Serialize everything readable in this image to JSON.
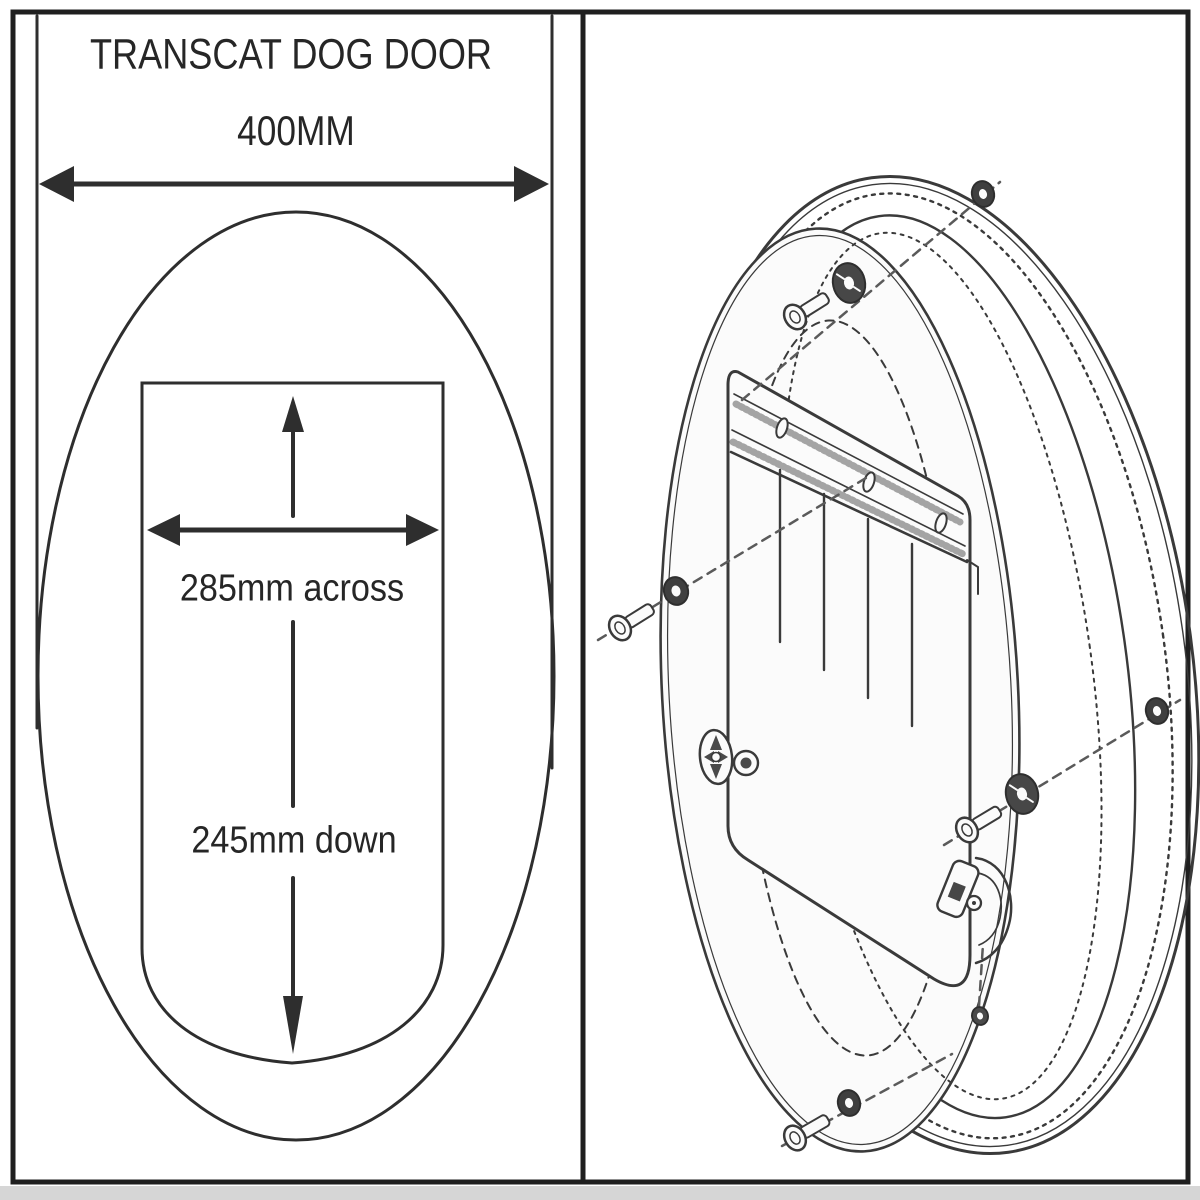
{
  "page": {
    "background": "#ffffff",
    "panel_background": "#fbfbfb",
    "line_color": "#2e2e2e",
    "dashed_line_color": "#5a5a5a",
    "border_color": "#1f1f1f",
    "footer_strip_color": "#d6d6d6"
  },
  "left_panel": {
    "title": "TRANSCAT DOG DOOR",
    "outer_width_label": "400MM",
    "opening_width_label": "285mm across",
    "opening_height_label": "245mm down"
  },
  "dimensions": {
    "overall_width_mm": 400,
    "opening_width_mm": 285,
    "opening_height_mm": 245
  },
  "right_panel": {
    "parts": [
      "outer-ring",
      "inner-disc",
      "flap-frame",
      "hinge-bar",
      "flap-strips",
      "locking-knob",
      "latch-handle",
      "screws",
      "nuts",
      "washers"
    ]
  }
}
